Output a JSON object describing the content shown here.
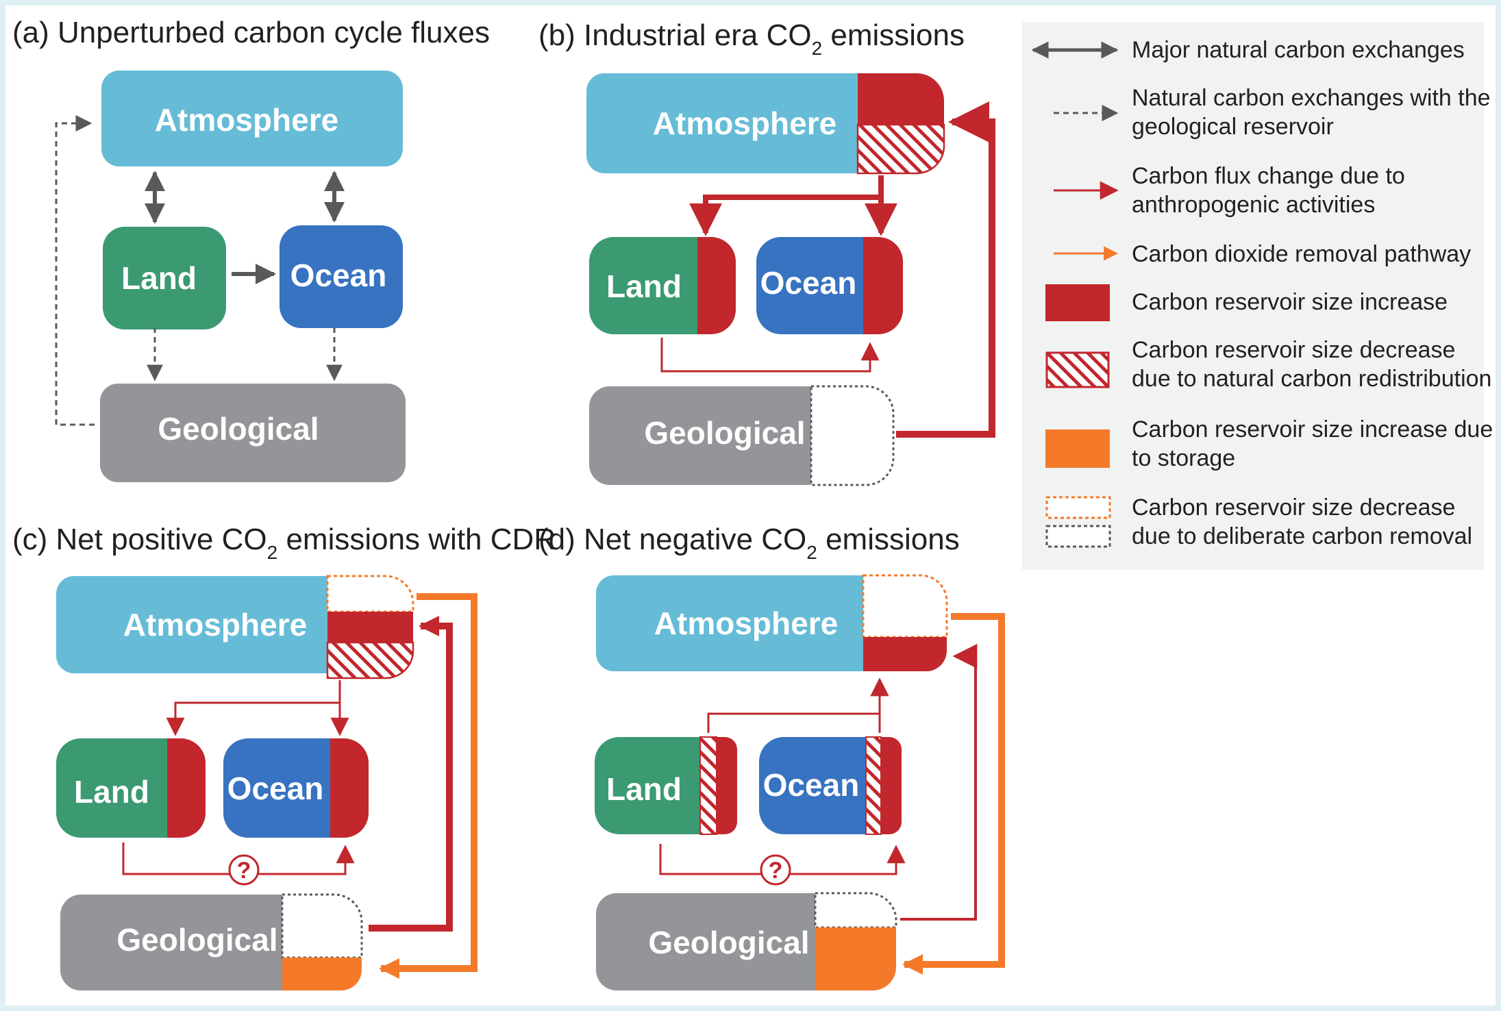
{
  "panels": {
    "a": {
      "title": "(a) Unperturbed carbon cycle fluxes"
    },
    "b": {
      "title_pre": "(b) Industrial era CO",
      "title_sub": "2",
      "title_post": " emissions"
    },
    "c": {
      "title_pre": "(c) Net positive CO",
      "title_sub": "2",
      "title_post": " emissions with CDR"
    },
    "d": {
      "title_pre": "(d) Net negative CO",
      "title_sub": "2",
      "title_post": " emissions"
    }
  },
  "labels": {
    "atmosphere": "Atmosphere",
    "land": "Land",
    "ocean": "Ocean",
    "geological": "Geological",
    "unknown": "?"
  },
  "legend": [
    {
      "lines": [
        "Major natural carbon exchanges"
      ],
      "symbol": "double-arrow-icon"
    },
    {
      "lines": [
        "Natural carbon exchanges with the",
        "geological  reservoir"
      ],
      "symbol": "dashed-arrow-icon"
    },
    {
      "lines": [
        "Carbon flux change due to",
        "anthropogenic activities"
      ],
      "symbol": "red-arrow-icon"
    },
    {
      "lines": [
        "Carbon dioxide removal pathway"
      ],
      "symbol": "orange-arrow-icon"
    },
    {
      "lines": [
        "Carbon reservoir size increase"
      ],
      "symbol": "red-square-icon"
    },
    {
      "lines": [
        "Carbon reservoir size decrease",
        "due to natural carbon redistribution"
      ],
      "symbol": "hatched-square-icon"
    },
    {
      "lines": [
        "Carbon reservoir size increase due",
        "to storage"
      ],
      "symbol": "orange-square-icon"
    },
    {
      "lines": [
        "Carbon reservoir size decrease",
        "due to deliberate carbon removal"
      ],
      "symbol": "dotted-box-icon"
    }
  ],
  "colors": {
    "atmosphere": "#66bcd6",
    "land": "#3b9a72",
    "ocean": "#3773c0",
    "geological": "#939598",
    "anthropogenic": "#c1272d",
    "removal": "#f47a2a",
    "natural": "#58595b",
    "legend_bg": "#f1f2f2"
  }
}
